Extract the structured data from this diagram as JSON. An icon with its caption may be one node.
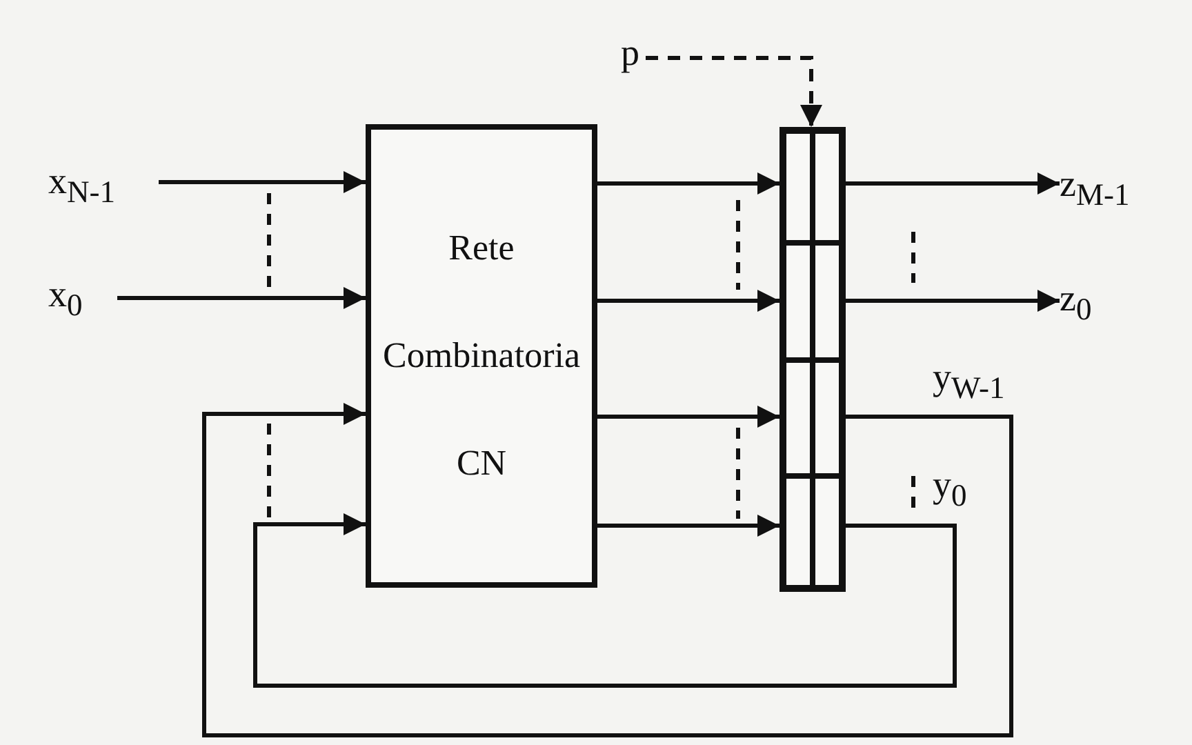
{
  "diagram": {
    "nodes": [
      {
        "text": [
          "x$_{N-1}$"
        ]
      },
      {
        "text": [
          "x$_{0}$"
        ]
      },
      {
        "text": [
          "Rete Combinatoria CN"
        ]
      },
      {
        "text": [],
        "shape": "box"
      },
      {
        "text": [
          "p"
        ]
      },
      {
        "text": [
          "z$_{M-1}$"
        ]
      },
      {
        "text": [
          "z$_{0}$"
        ]
      }
    ],
    "edges": [
      {
        "from": 0,
        "to": 2,
        "arrow": "to"
      },
      {
        "from": 1,
        "to": 2,
        "arrow": "to"
      },
      {
        "from": 2,
        "to": 3,
        "arrow": "to"
      },
      {
        "from": 2,
        "to": 3,
        "arrow": "to"
      },
      {
        "from": 2,
        "to": 3,
        "arrow": "to"
      },
      {
        "from": 2,
        "to": 3,
        "arrow": "to"
      },
      {
        "from": 4,
        "to": 3,
        "arrow": "to",
        "style": "dashed"
      },
      {
        "from": 3,
        "to": 5,
        "arrow": "to"
      },
      {
        "from": 3,
        "to": 6,
        "arrow": "to"
      },
      {
        "from": 3,
        "to": 2,
        "arrow": "to",
        "label": "y$_{W-1}$"
      },
      {
        "from": 3,
        "to": 2,
        "arrow": "to",
        "label": "y$_{0}$"
      }
    ]
  }
}
